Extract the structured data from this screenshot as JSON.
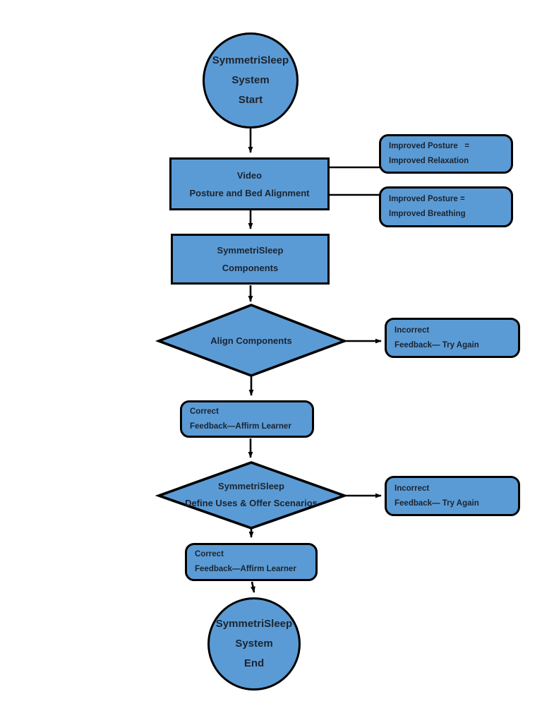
{
  "flowchart": {
    "title": "SymmetriSleep System flowchart",
    "colors": {
      "shape_fill": "#5b9bd5",
      "shape_border": "#000000",
      "text": "#1b2430",
      "background": "#ffffff"
    },
    "nodes": {
      "start": {
        "type": "terminator-circle",
        "lines": [
          "SymmetriSleep",
          "System",
          "Start"
        ]
      },
      "video": {
        "type": "process-rect",
        "lines": [
          "Video",
          "Posture and Bed Alignment"
        ]
      },
      "side_relaxation": {
        "type": "callout-rounded",
        "lines": [
          "Improved Posture   =",
          "Improved Relaxation"
        ]
      },
      "side_breathing": {
        "type": "callout-rounded",
        "lines": [
          "Improved Posture =",
          "Improved Breathing"
        ]
      },
      "components": {
        "type": "process-rect",
        "lines": [
          "SymmetriSleep",
          "Components"
        ]
      },
      "decision_align": {
        "type": "decision-diamond",
        "lines": [
          "Align Components"
        ]
      },
      "incorrect_1": {
        "type": "feedback-rounded",
        "lines": [
          "Incorrect",
          "Feedback— Try Again"
        ]
      },
      "correct_1": {
        "type": "feedback-rounded",
        "lines": [
          "Correct",
          "Feedback—Affirm Learner"
        ]
      },
      "decision_define": {
        "type": "decision-diamond",
        "lines": [
          "SymmetriSleep",
          "Define Uses & Offer Scenarios"
        ]
      },
      "incorrect_2": {
        "type": "feedback-rounded",
        "lines": [
          "Incorrect",
          "Feedback— Try Again"
        ]
      },
      "correct_2": {
        "type": "feedback-rounded",
        "lines": [
          "Correct",
          "Feedback—Affirm Learner"
        ]
      },
      "end": {
        "type": "terminator-circle",
        "lines": [
          "SymmetriSleep",
          "System",
          "End"
        ]
      }
    },
    "edges": [
      "start → video (arrow)",
      "video → side_relaxation (line)",
      "video → side_breathing (line)",
      "video → components (arrow)",
      "components → decision_align (arrow)",
      "decision_align → incorrect_1 (arrow)",
      "decision_align → correct_1 (arrow)",
      "correct_1 → decision_define (arrow)",
      "decision_define → incorrect_2 (arrow)",
      "decision_define → correct_2 (arrow)",
      "correct_2 → end (arrow)"
    ]
  }
}
